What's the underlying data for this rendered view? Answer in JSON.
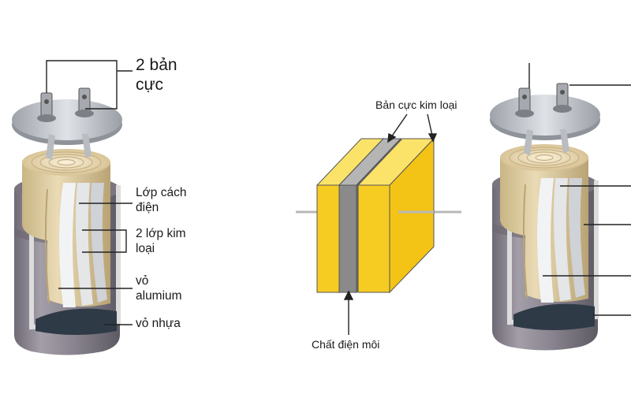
{
  "diagram": {
    "labels": {
      "plates_line1": "2 bản",
      "plates_line2": "cực",
      "separator_line1": "Lớp cách",
      "separator_line2": "điện",
      "foils_line1": "2 lớp kim",
      "foils_line2": "loại",
      "aluminum_line1": "vỏ",
      "aluminum_line2": "alumium",
      "plastic": "vỏ nhựa",
      "metal_plates": "Bản cực kim loại",
      "dielectric": "Chất điện môi"
    },
    "colors": {
      "plate_yellow": "#f6cc22",
      "dielectric_gray": "#8a8a8a",
      "can_gray": "#8e8893",
      "roll_beige": "#e2cfa6",
      "lid_gray": "#c9ccd2"
    }
  }
}
